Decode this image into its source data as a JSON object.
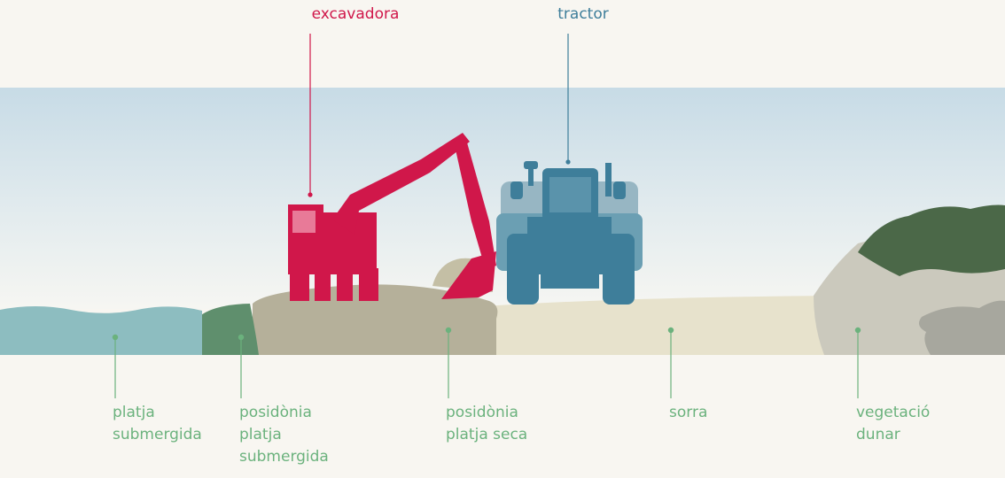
{
  "colors": {
    "excavator": "#d0174a",
    "tractor": "#3e7e9a",
    "label_green": "#6bb27d",
    "background": "#f8f6f1"
  },
  "machines": [
    {
      "id": "excavadora",
      "label": "excavadora",
      "icon": "excavator-icon"
    },
    {
      "id": "tractor",
      "label": "tractor",
      "icon": "tractor-icon"
    }
  ],
  "zones": [
    {
      "id": "platja-submergida",
      "lines": [
        "platja",
        "submergida"
      ]
    },
    {
      "id": "posidonia-platja-submergida",
      "lines": [
        "posidònia",
        "platja",
        "submergida"
      ]
    },
    {
      "id": "posidonia-platja-seca",
      "lines": [
        "posidònia",
        "platja seca"
      ]
    },
    {
      "id": "sorra",
      "lines": [
        "sorra"
      ]
    },
    {
      "id": "vegetacio-dunar",
      "lines": [
        "vegetació",
        "dunar"
      ]
    }
  ]
}
